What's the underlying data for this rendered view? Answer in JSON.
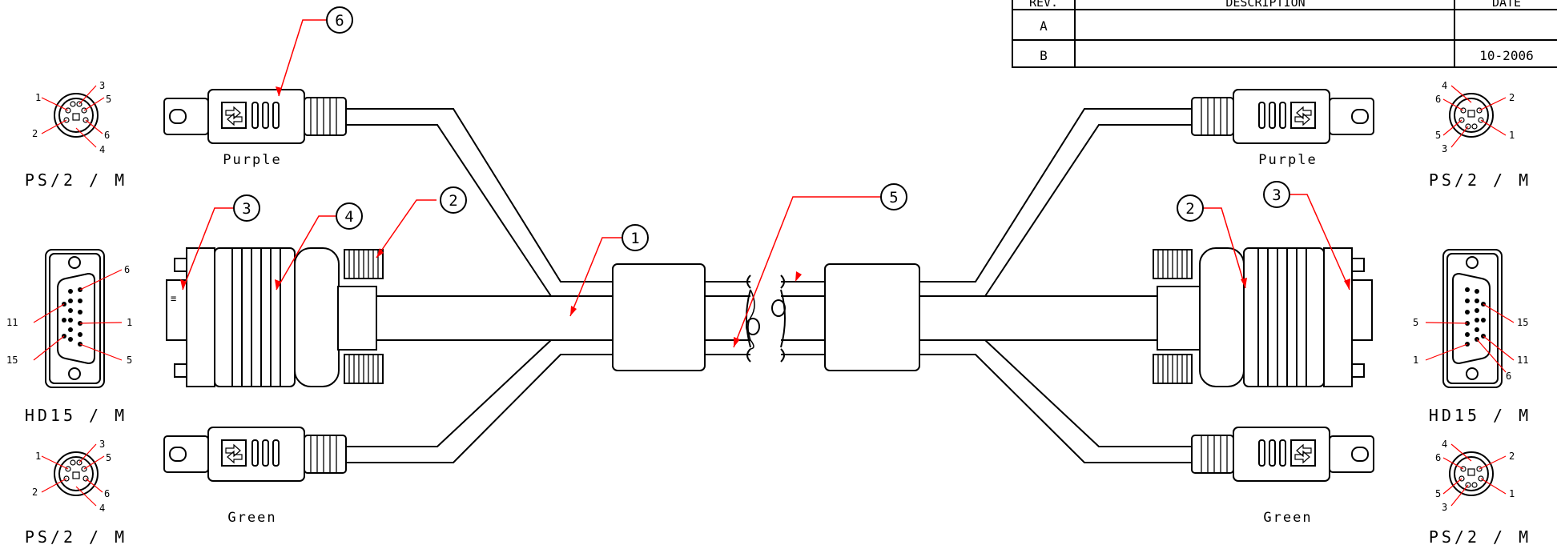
{
  "revision_table": {
    "headers": [
      "REV.",
      "DESCRIPTION",
      "DATE"
    ],
    "rows": [
      {
        "rev": "A",
        "description": "",
        "date": ""
      },
      {
        "rev": "B",
        "description": "",
        "date": "10-2006"
      }
    ]
  },
  "connectors": {
    "left_ps2_top": {
      "title": "PS/2 / M",
      "color_label": "Purple",
      "pins": [
        "1",
        "3",
        "5",
        "2",
        "6",
        "4"
      ]
    },
    "left_hd15": {
      "title": "HD15 / M",
      "pins": [
        "6",
        "11",
        "1",
        "15",
        "5"
      ]
    },
    "left_ps2_bottom": {
      "title": "PS/2 / M",
      "color_label": "Green",
      "pins": [
        "1",
        "3",
        "5",
        "2",
        "6",
        "4"
      ]
    },
    "right_ps2_top": {
      "title": "PS/2 / M",
      "color_label": "Purple",
      "pins": [
        "4",
        "6",
        "2",
        "5",
        "3",
        "1"
      ]
    },
    "right_hd15": {
      "title": "HD15 / M",
      "pins": [
        "5",
        "15",
        "1",
        "11",
        "6"
      ]
    },
    "right_ps2_bottom": {
      "title": "PS/2 / M",
      "color_label": "Green",
      "pins": [
        "4",
        "6",
        "2",
        "5",
        "3",
        "1"
      ]
    }
  },
  "callouts": {
    "c1": "1",
    "c2_left": "2",
    "c2_right": "2",
    "c3_left": "3",
    "c3_right": "3",
    "c4": "4",
    "c5": "5",
    "c6": "6"
  },
  "colors": {
    "line": "#000000",
    "leader": "#ff0000",
    "background": "#ffffff"
  }
}
